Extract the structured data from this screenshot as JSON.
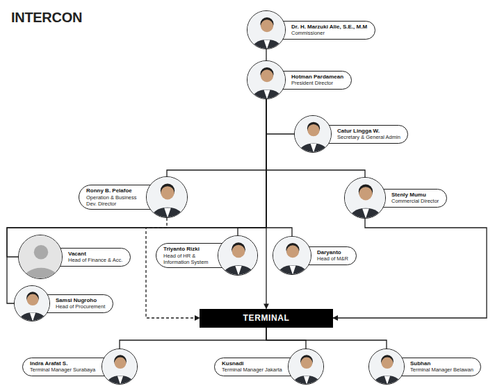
{
  "diagram": {
    "nodes": [
      {
        "text": [
          "Dr. H. Marzuki Alie, S.E., M.M",
          "Commissioner"
        ]
      },
      {
        "text": [
          "Hotman Pardamean",
          "President Director"
        ]
      },
      {
        "text": [
          "Catur Lingga W.",
          "Secretary & General Admin"
        ]
      },
      {
        "text": [
          "Ronny B. Pelafoe",
          "Operation & Business Dev. Director"
        ]
      },
      {
        "text": [
          "Stenly Mumu",
          "Commercial Director"
        ]
      },
      {
        "text": [
          "Vacant",
          "Head of Finance & Acc."
        ]
      },
      {
        "text": [
          "Samsi Nugroho",
          "Head of Procurement"
        ]
      },
      {
        "text": [
          "Triyanto Rizki",
          "Head of HR & Information System"
        ]
      },
      {
        "text": [
          "Daryanto",
          "Head of M&R"
        ]
      },
      {
        "text": [
          "TERMINAL"
        ]
      },
      {
        "text": [
          "Indra Arafat S.",
          "Terminal Manager Surabaya"
        ]
      },
      {
        "text": [
          "Kusnadi",
          "Terminal Manager Jakarta"
        ]
      },
      {
        "text": [
          "Subhan",
          "Terminal Manager Belawan"
        ]
      }
    ],
    "edges": [
      {
        "from": 0,
        "to": 1,
        "arrow": "none"
      },
      {
        "from": 1,
        "to": 2,
        "arrow": "none"
      },
      {
        "from": 1,
        "to": 3,
        "arrow": "none"
      },
      {
        "from": 1,
        "to": 4,
        "arrow": "none"
      },
      {
        "from": 1,
        "to": 5,
        "arrow": "none"
      },
      {
        "from": 1,
        "to": 6,
        "arrow": "none"
      },
      {
        "from": 1,
        "to": 7,
        "arrow": "none"
      },
      {
        "from": 1,
        "to": 8,
        "arrow": "none"
      },
      {
        "from": 1,
        "to": 9,
        "arrow": "to"
      },
      {
        "from": 3,
        "to": 9,
        "arrow": "to"
      },
      {
        "from": 4,
        "to": 9,
        "arrow": "to"
      },
      {
        "from": 9,
        "to": 10,
        "arrow": "none"
      },
      {
        "from": 9,
        "to": 11,
        "arrow": "none"
      },
      {
        "from": 9,
        "to": 12,
        "arrow": "none"
      }
    ],
    "labels": [
      "INTERCON"
    ]
  }
}
